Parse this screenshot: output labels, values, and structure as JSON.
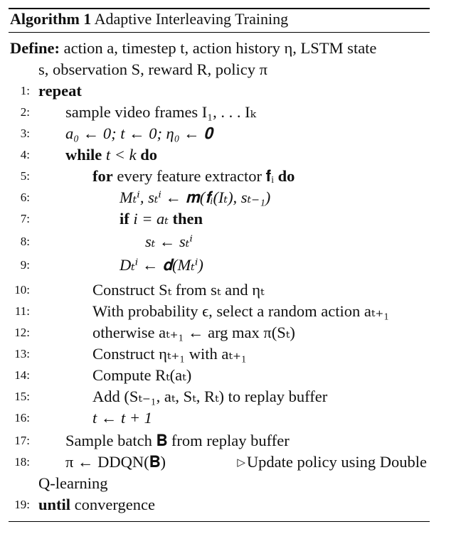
{
  "algorithm": {
    "label": "Algorithm 1",
    "title": "Adaptive Interleaving Training"
  },
  "define": {
    "keyword": "Define:",
    "line1": "action a, timestep t, action history η, LSTM state",
    "line2": "s, observation S, reward R, policy π"
  },
  "lines": [
    {
      "num": "1:",
      "kw": "repeat",
      "text": ""
    },
    {
      "num": "2:",
      "kw": "",
      "text": "sample video frames I₁, . . . Iₖ"
    },
    {
      "num": "3:",
      "kw": "",
      "text": "a₀ ← 0; t ← 0; η₀ ← 𝟎"
    },
    {
      "num": "4:",
      "kw": "while",
      "text": "t < k",
      "kw2": "do"
    },
    {
      "num": "5:",
      "kw": "for",
      "text": "every feature extractor 𝐟ᵢ",
      "kw2": "do"
    },
    {
      "num": "6:",
      "kw": "",
      "text": "Mₜⁱ, sₜⁱ ← 𝐦(𝐟ᵢ(Iₜ), sₜ₋₁)"
    },
    {
      "num": "7:",
      "kw": "if",
      "text": "i = aₜ",
      "kw2": "then"
    },
    {
      "num": "8:",
      "kw": "",
      "text": "sₜ ← sₜⁱ"
    },
    {
      "num": "9:",
      "kw": "",
      "text": "Dₜⁱ ← 𝐝(Mₜⁱ)"
    },
    {
      "num": "10:",
      "kw": "",
      "text": "Construct Sₜ from sₜ and ηₜ"
    },
    {
      "num": "11:",
      "kw": "",
      "text": "With probability ϵ, select a random action aₜ₊₁"
    },
    {
      "num": "12:",
      "kw": "",
      "text": "otherwise aₜ₊₁ ← arg max π(Sₜ)"
    },
    {
      "num": "13:",
      "kw": "",
      "text": "Construct ηₜ₊₁ with aₜ₊₁"
    },
    {
      "num": "14:",
      "kw": "",
      "text": "Compute Rₜ(aₜ)"
    },
    {
      "num": "15:",
      "kw": "",
      "text": "Add (Sₜ₋₁, aₜ, Sₜ, Rₜ) to replay buffer"
    },
    {
      "num": "16:",
      "kw": "",
      "text": "t ← t + 1"
    },
    {
      "num": "17:",
      "kw": "",
      "text": "Sample batch 𝐁 from replay buffer"
    },
    {
      "num": "18:",
      "kw": "",
      "text": "π ← DDQN(𝐁)"
    },
    {
      "num": "19:",
      "kw": "until",
      "text": "convergence"
    }
  ],
  "comment18": {
    "icon": "triangle-right-icon",
    "text": "Update policy using Double",
    "continuation": "Q-learning"
  }
}
